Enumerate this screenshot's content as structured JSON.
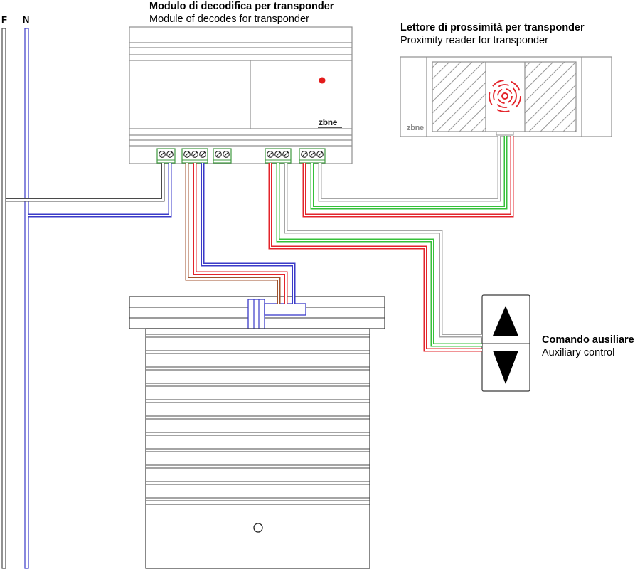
{
  "rails": {
    "phase_label": "F",
    "neutral_label": "N"
  },
  "decoder_module": {
    "title": "Modulo di decodifica per transponder",
    "subtitle": "Module of decodes for transponder",
    "logo": "zbne"
  },
  "proximity_reader": {
    "title": "Lettore di prossimità per transponder",
    "subtitle": "Proximity reader for transponder",
    "logo": "zbne"
  },
  "auxiliary_control": {
    "title": "Comando ausiliare",
    "subtitle": "Auxiliary control",
    "up_icon": "arrow-up-icon",
    "down_icon": "arrow-down-icon"
  },
  "colors": {
    "phase": "#4a4a4a",
    "neutral": "#3a3ac8",
    "brown": "#a0522d",
    "red": "#e3242b",
    "green": "#36c03a",
    "gray": "#a6a6a6",
    "led": "#e31b1b",
    "terminal": "#3f9a3f",
    "coupling": "#3a3ac8",
    "sensor": "#e3242b"
  }
}
